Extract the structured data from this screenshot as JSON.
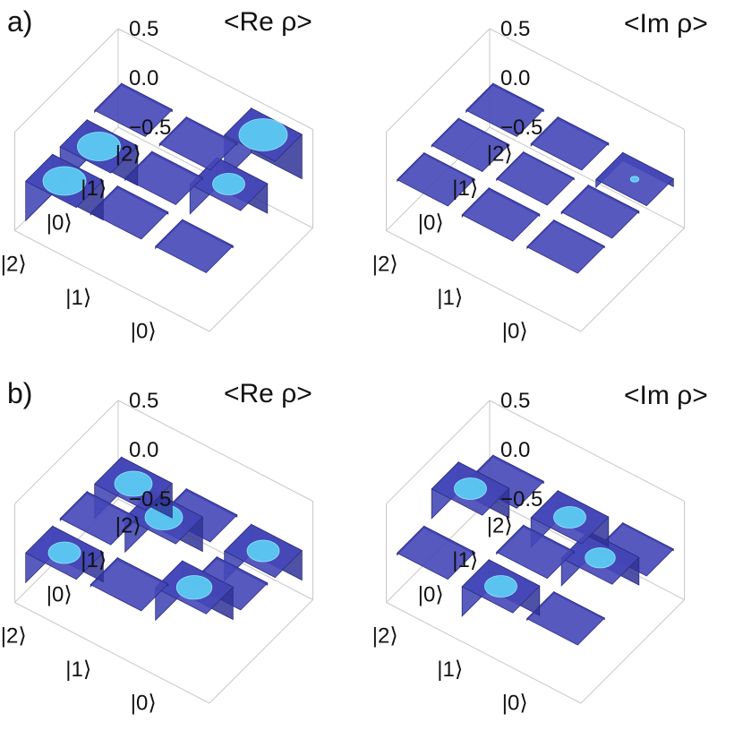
{
  "chart_data": [
    {
      "type": "bar3d",
      "panel": "a)",
      "title": "<Re ρ>",
      "row_labels": [
        "|0⟩",
        "|1⟩",
        "|2⟩"
      ],
      "col_labels": [
        "|0⟩",
        "|1⟩",
        "|2⟩"
      ],
      "zlim": [
        -0.5,
        0.5
      ],
      "zticks": [
        "0.5",
        "0.0",
        "−0.5"
      ],
      "grid": false,
      "values": [
        [
          0.02,
          0.3,
          0.45
        ],
        [
          0.02,
          0.02,
          0.02
        ],
        [
          -0.4,
          -0.4,
          0.02
        ]
      ],
      "color_bar": "#3b3fb0",
      "color_disk": "#5cd0f5"
    },
    {
      "type": "bar3d",
      "panel": "",
      "title": "<Im ρ>",
      "row_labels": [
        "|0⟩",
        "|1⟩",
        "|2⟩"
      ],
      "col_labels": [
        "|0⟩",
        "|1⟩",
        "|2⟩"
      ],
      "zlim": [
        -0.5,
        0.5
      ],
      "zticks": [
        "0.5",
        "0.0",
        "−0.5"
      ],
      "grid": false,
      "values": [
        [
          0.01,
          0.02,
          -0.08
        ],
        [
          -0.02,
          0.01,
          0.02
        ],
        [
          0.01,
          0.0,
          0.02
        ]
      ],
      "color_bar": "#3b3fb0",
      "color_disk": "#5cd0f5"
    },
    {
      "type": "bar3d",
      "panel": "b)",
      "title": "<Re ρ>",
      "row_labels": [
        "|0⟩",
        "|1⟩",
        "|2⟩"
      ],
      "col_labels": [
        "|0⟩",
        "|1⟩",
        "|2⟩"
      ],
      "zlim": [
        -0.5,
        0.5
      ],
      "zticks": [
        "0.5",
        "0.0",
        "−0.5"
      ],
      "grid": false,
      "values": [
        [
          0.33,
          0.02,
          -0.3
        ],
        [
          0.02,
          0.35,
          0.02
        ],
        [
          -0.3,
          -0.02,
          -0.35
        ]
      ],
      "color_bar": "#3b3fb0",
      "color_disk": "#5cd0f5"
    },
    {
      "type": "bar3d",
      "panel": "",
      "title": "<Im ρ>",
      "row_labels": [
        "|0⟩",
        "|1⟩",
        "|2⟩"
      ],
      "col_labels": [
        "|0⟩",
        "|1⟩",
        "|2⟩"
      ],
      "zlim": [
        -0.5,
        0.5
      ],
      "zticks": [
        "0.5",
        "0.0",
        "−0.5"
      ],
      "grid": false,
      "values": [
        [
          0.0,
          0.28,
          0.0
        ],
        [
          -0.3,
          -0.02,
          -0.3
        ],
        [
          -0.02,
          0.3,
          0.02
        ]
      ],
      "color_bar": "#3b3fb0",
      "color_disk": "#5cd0f5"
    }
  ]
}
